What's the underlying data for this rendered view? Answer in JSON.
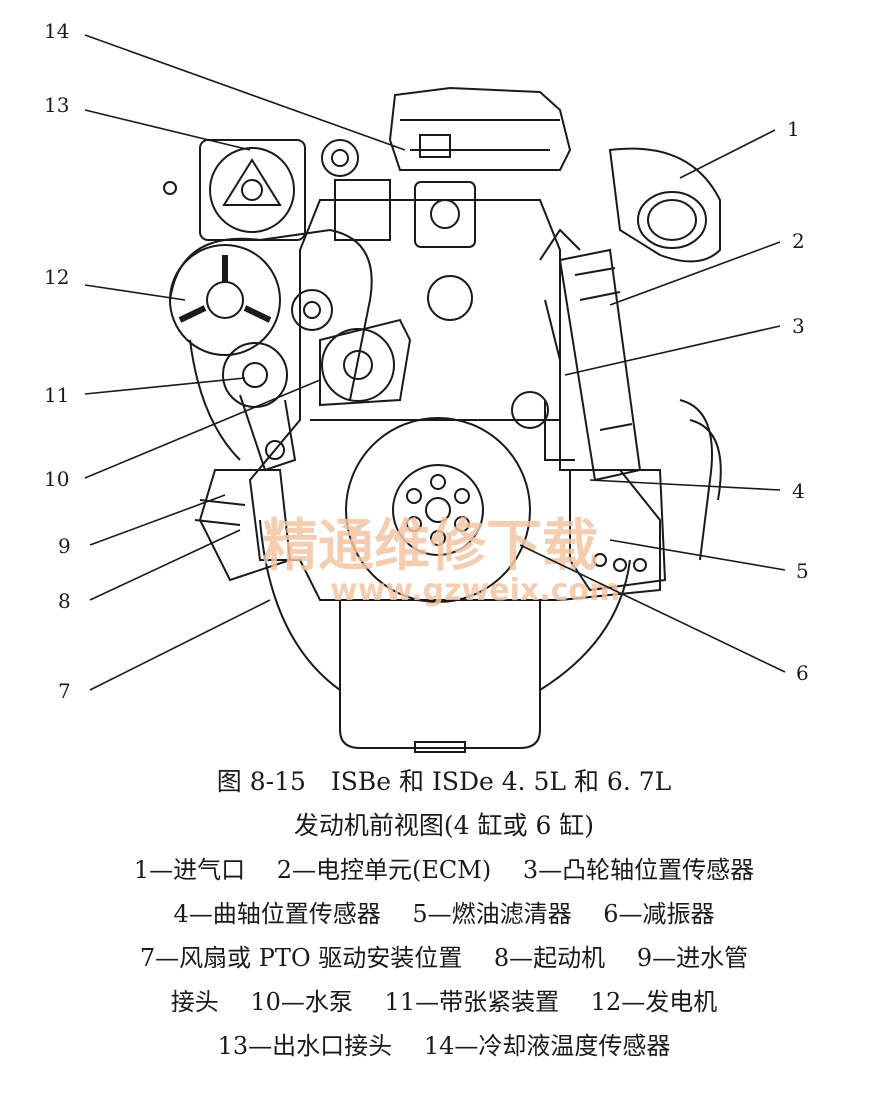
{
  "figure": {
    "callouts": [
      "1",
      "2",
      "3",
      "4",
      "5",
      "6",
      "7",
      "8",
      "9",
      "10",
      "11",
      "12",
      "13",
      "14"
    ],
    "watermark": {
      "cn": "精通维修下载",
      "url": "www.gzweix.com"
    }
  },
  "caption": {
    "title_line1": "图 8-15　ISBe 和 ISDe 4. 5L 和 6. 7L",
    "title_line2": "发动机前视图(4 缸或 6 缸)"
  },
  "legend": {
    "line1": [
      "1—进气口",
      "2—电控单元(ECM)",
      "3—凸轮轴位置传感器"
    ],
    "line2": [
      "4—曲轴位置传感器",
      "5—燃油滤清器",
      "6—减振器"
    ],
    "line3": [
      "7—风扇或 PTO 驱动安装位置",
      "8—起动机",
      "9—进水管"
    ],
    "line4": [
      "接头",
      "10—水泵",
      "11—带张紧装置",
      "12—发电机"
    ],
    "line5": [
      "13—出水口接头",
      "14—冷却液温度传感器"
    ]
  }
}
